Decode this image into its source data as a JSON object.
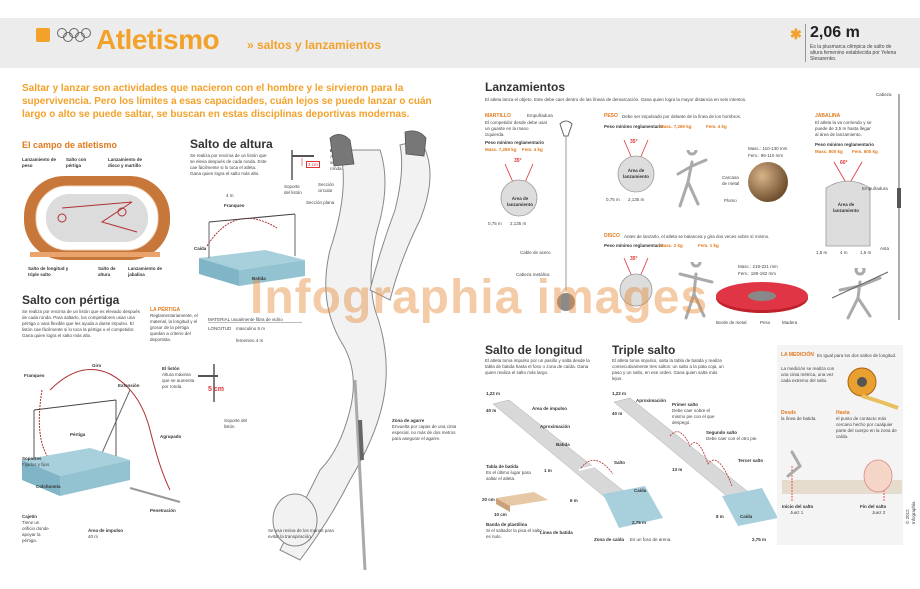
{
  "header": {
    "title": "Atletismo",
    "subtitle": "» saltos y lanzamientos",
    "record_value": "2,06 m",
    "record_text": "Es la plusmarca olímpica de salto de altura femenino establecida por Yelena Slesarenko."
  },
  "intro": "Saltar y lanzar son actividades que nacieron con el hombre y le sirvieron para la supervivencia. Pero los límites a esas capacidades, cuán lejos se puede lanzar o cuán largo o alto se puede saltar, se buscan en estas disciplinas deportivas modernas.",
  "campo": {
    "title": "El campo de atletismo",
    "labels": [
      "Lanzamiento de peso",
      "Salto con pértiga",
      "Lanzamiento de disco y martillo",
      "Salto de longitud y triple salto",
      "Salto de altura",
      "Lanzamiento de jabalina"
    ]
  },
  "altura": {
    "title": "Salto de altura",
    "desc": "Se realiza por encima de un listón que se eleva después de cada ronda. Este cae fácilmente si lo toca el atleta. Gana quien logra el salto más alto.",
    "liston_title": "El listón",
    "liston_desc": "Altura máxima que se aumenta por ronda.",
    "cm": "3 cm",
    "soporte": "Soporte del listón",
    "seccion": "Sección circular",
    "fibra": "Sección plana",
    "m4": "4 m",
    "franqueo": "Franqueo",
    "caida": "Caída",
    "batida": "Batida"
  },
  "pertiga": {
    "title": "Salto con pértiga",
    "desc": "Se realiza por encima de un listón que es elevado después de cada ronda. Para saltarlo, los competidores usan una pértiga o vara flexible que les ayuda a darse impulso. El listón cae fácilmente si lo toca la pértiga o el competidor. Gana quien logra el salto más alto.",
    "box_title": "LA PÉRTIGA",
    "box_desc": "Reglamentariamente, el material, la longitud y el grosor de la pértiga quedan a criterio del deportista.",
    "mat_label": "MATERIAL",
    "mat_val": "usualmente fibra de vidrio",
    "long_label": "LONGITUD",
    "long_m": "masculino 5 m",
    "long_f": "femenino 4 m",
    "liston_title": "El listón",
    "liston_desc": "Altura máxima que se aumenta por ronda.",
    "cm": "5 cm",
    "soporte": "Soporte del listón",
    "labels": [
      "Franqueo",
      "Giro",
      "Extensión",
      "Pértiga",
      "Agrupado",
      "Soportes",
      "Colchoneta",
      "Penetración",
      "Cajetín",
      "Área de impulso"
    ],
    "soportes_desc": "Fijados y fijos",
    "cajetin_desc": "Tiene un orificio donde apoyar la pértiga.",
    "impulso_desc": "40 m"
  },
  "zona": {
    "title": "Zona de agarre",
    "desc": "Envuelta por capas de una cinta especial, no más de dos metros para asegurar el agarre.",
    "bottom": "Se usa resina de los manos para evitar la transpiración."
  },
  "lanz": {
    "title": "Lanzamientos",
    "desc": "El atleta lanza el objeto. Este debe caer dentro de las líneas de demarcación. Gana quien logra la mayor distancia en seis intentos.",
    "martillo_title": "MARTILLO",
    "martillo_desc": "El competidor desde debe usar un guante en la mano izquierda.",
    "martillo_peso": "Peso mínimo reglamentario",
    "martillo_masc": "Masc. 7,260 kg",
    "martillo_fem": "Fem. 4 kg",
    "empunadura": "Empuñadura",
    "cable": "Cable de acero",
    "cabeza": "Cabeza metálica",
    "ang35": "35°",
    "area": "Área de lanzamiento",
    "dim1": "0,75 m",
    "dim2": "2,135 m",
    "peso_title": "PESO",
    "peso_desc": "Debe ser impulsado por delante de la línea de los hombros.",
    "peso_peso": "Peso mínimo reglamentario",
    "peso_masc": "Masc. 7,260 kg",
    "peso_fem": "Fem. 4 kg",
    "peso_dims": "Masc.: 110-130 mm",
    "peso_dims2": "Fem.: 95-110 mm",
    "peso_hierro": "Carcasa de metal",
    "peso_plomo": "Plomo",
    "peso_d1": "0,75 m",
    "peso_d2": "2,135 m",
    "disco_title": "DISCO",
    "disco_desc": "Antes de lanzarlo, el atleta se balancea y gira dos veces sobre sí mismo.",
    "disco_peso": "Peso mínimo reglamentario",
    "disco_masc": "Masc. 2 kg",
    "disco_fem": "Fem. 1 kg",
    "disco_dim1": "Masc.: 219-221 mm",
    "disco_dim2": "Fem.: 180-182 mm",
    "disco_borde": "Borde de metal",
    "disco_peso_lbl": "Peso",
    "disco_madera": "Madera",
    "jab_title": "JABALINA",
    "jab_desc": "El atleta la va corriendo y se puede de 3,5 m hasta llegar al área de lanzamiento.",
    "jab_peso": "Peso mínimo reglamentario",
    "jab_masc": "Masc. 800 kg",
    "jab_fem": "Fem. 600 kg",
    "jab_cabeza": "Cabeza",
    "jab_empun": "Empuñadura",
    "jab_asta": "Asta",
    "jab_ang": "60°",
    "jab_area": "Área de lanzamiento",
    "jab_d1": "1,5 m",
    "jab_d2": "4 m",
    "jab_d3": "1,5 m"
  },
  "longitud": {
    "title": "Salto de longitud",
    "desc": "El atleta toma impulso por un pasillo y salta desde la tabla de batida hasta el foso o zona de caída. Gana quien realiza el salto más largo.",
    "h": "1,22 m",
    "area": "Área de impulso",
    "m40": "40 m",
    "aprox": "Aproximación",
    "batida": "Batida",
    "tabla": "Tabla de batida",
    "tabla_desc": "Es el último lugar para saltar el atleta.",
    "m1": "1 m",
    "salto": "Salto",
    "caida": "Caída",
    "cm20": "20 cm",
    "cm10": "10 cm",
    "m6": "6 m",
    "banda": "Banda de plastilina",
    "banda_desc": "Si el saltador la pisa el salto es nulo.",
    "linea": "Línea de batida",
    "zona": "Zona de caída",
    "zona_desc": "Es un foso de arena.",
    "m275": "2,75 m"
  },
  "triple": {
    "title": "Triple salto",
    "desc": "El atleta toma impulso, salta la tabla de batida y realiza consecutivamente tres saltos: un salto a la pata coja, un paso y un salto, en ese orden. Gana quien salta más lejos.",
    "h": "1,22 m",
    "aprox": "Aproximación",
    "m40": "40 m",
    "primer": "Primer salto",
    "primer_desc": "Debe caer sobre el mismo pie con el que despegó.",
    "segundo": "Segundo salto",
    "segundo_desc": "Debe caer con el otro pie.",
    "tercer": "Tercer salto",
    "m13": "13 m",
    "m8": "8 m",
    "caida": "Caída",
    "m275": "2,75 m"
  },
  "medicion": {
    "title": "LA MEDICIÓN",
    "title_desc": "Es igual para los dos saltos de longitud.",
    "desc": "La medición se realiza con una cinta métrica, una vez cada extremo del salto.",
    "desde": "Desde",
    "desde_desc": "la línea de batida.",
    "hasta": "Hasta",
    "hasta_desc": "el punto de contacto más cercano hecho por cualquier parte del cuerpo en la zona de caída.",
    "inicio": "Inicio del salto",
    "inicio_sub": "Juez 1",
    "fin": "Fin del salto",
    "fin_sub": "Juez 2"
  },
  "watermark": "Infographia images",
  "credit": "© 2012 Infographia"
}
